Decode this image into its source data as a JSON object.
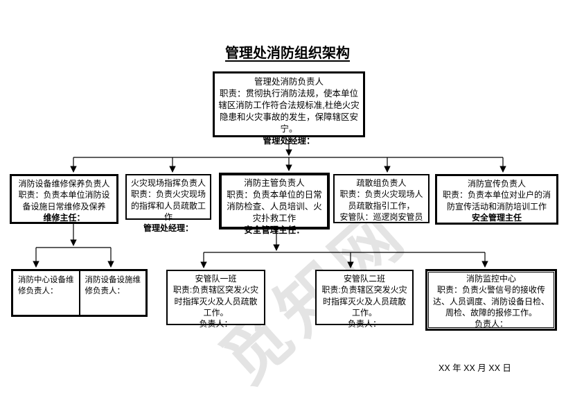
{
  "page": {
    "title": "管理处消防组织架构",
    "date": "XX 年 XX 月 XX 日",
    "watermark": "觅知网"
  },
  "org": {
    "root": {
      "title": "管理处消防负责人",
      "duty": "职责：贯彻执行消防法规，使本单位辖区消防工作符合法规标准,杜绝火灾隐患和火灾事故的发生，保障辖区安宁。",
      "holder": "管理处经理："
    },
    "level2": [
      {
        "title": "消防设备维修保养负责人",
        "duty": "职责：负责本单位消防设备设施日常维修及保养",
        "holder": "维修主任："
      },
      {
        "title": "火灾现场指挥负责人",
        "duty": "职责：负责火灾现场的指挥和人员疏散工作",
        "holder": "管理处经理："
      },
      {
        "title": "消防主管负责人",
        "duty": "职责：负责本单位的日常消防检查、人员培训、火灾扑救工作",
        "holder": "安全管理主任："
      },
      {
        "title": "疏散组负责人",
        "duty": "职责：负责火灾现场人员疏散指引工作，",
        "holder": "安管队：巡逻岗安管员"
      },
      {
        "title": "消防宣传负责人",
        "duty": "职责：负责本单位对业户的消防宣传活动和消防培训工作",
        "holder": "安全管理主任"
      }
    ],
    "level3_left": [
      {
        "label": "消防中心设备维修负责人："
      },
      {
        "label": "消防设备设施维修负责人："
      }
    ],
    "level3_mid": [
      {
        "title": "安管队一班",
        "duty": "职责:负责辖区突发火灾时指挥灭火及人员疏散工作。",
        "holder": "负责人："
      },
      {
        "title": "安管队二班",
        "duty": "职责:负责辖区突发火灾时指挥灭火及人员疏散工作。",
        "holder": "负责人："
      },
      {
        "title": "消防监控中心",
        "duty": "职责：负责火警信号的接收传达、人员调度、消防设备日检、周检、故障的报修工作。",
        "holder": "负责人："
      }
    ]
  }
}
